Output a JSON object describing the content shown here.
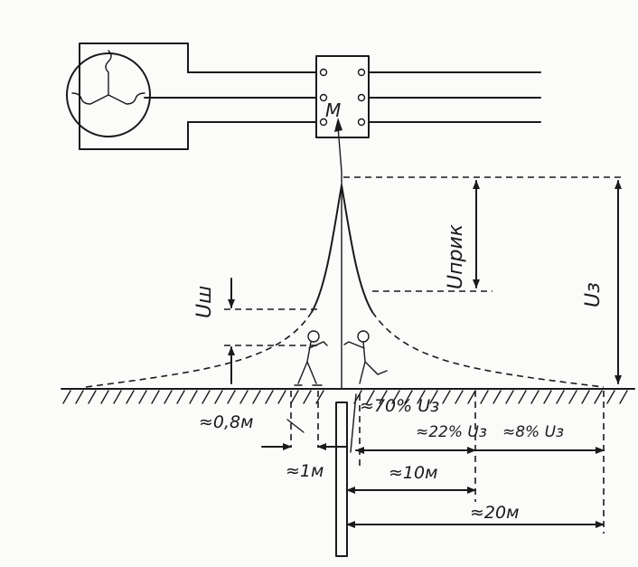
{
  "motor": {
    "icon": "three-phase-motor-icon"
  },
  "terminal_box": {
    "label": "M"
  },
  "voltages": {
    "step": "Uш",
    "touch": "Uприк",
    "earth": "Uз"
  },
  "distances": {
    "step_person": "≈0,8м",
    "near_electrode": "≈1м",
    "mid": "≈10м",
    "far": "≈20м"
  },
  "potential_shares": {
    "at_1m": "≈70% Uз",
    "at_10m": "≈22% Uз",
    "at_20m": "≈8% Uз"
  },
  "colors": {
    "ink": "#1a1a1a",
    "paper": "#fbfbfa"
  }
}
